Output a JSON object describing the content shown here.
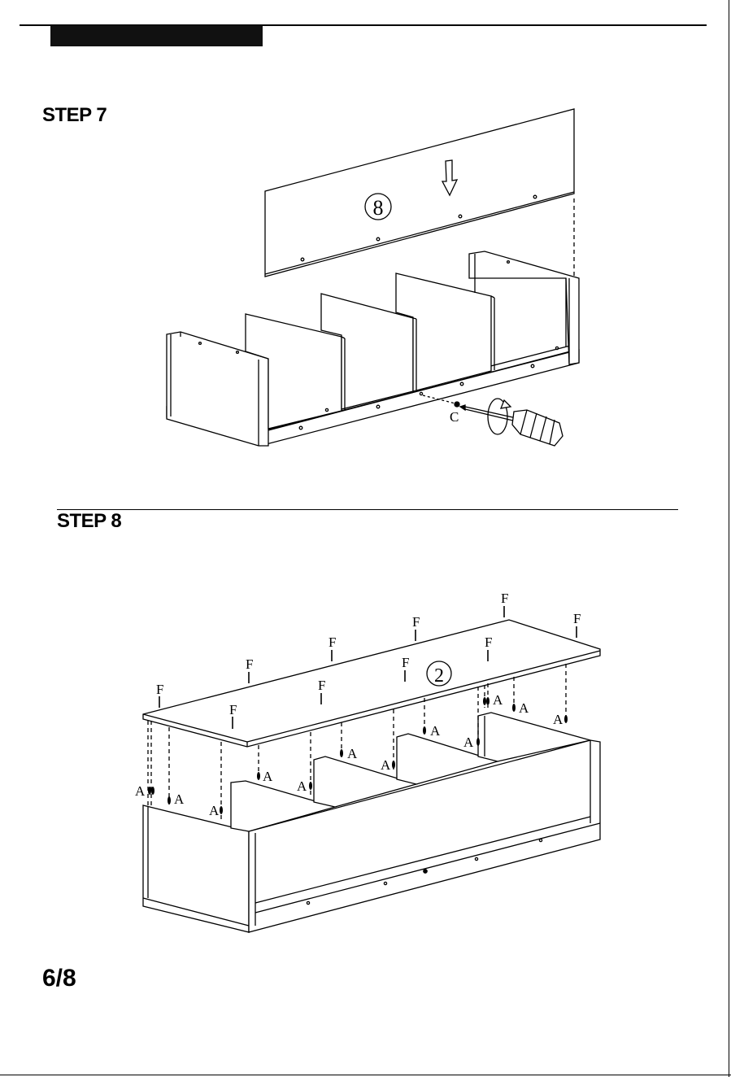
{
  "steps": [
    {
      "title": "STEP 7"
    },
    {
      "title": "STEP 8"
    }
  ],
  "step7": {
    "panel_number": "8",
    "screw_label": "C",
    "icons": [
      "down-arrow-icon",
      "screwdriver-icon",
      "rotation-arrow-icon"
    ]
  },
  "step8": {
    "panel_number": "2",
    "screw_label_top": "F",
    "dowel_label": "A"
  },
  "footer": {
    "page_number": "6/8"
  }
}
